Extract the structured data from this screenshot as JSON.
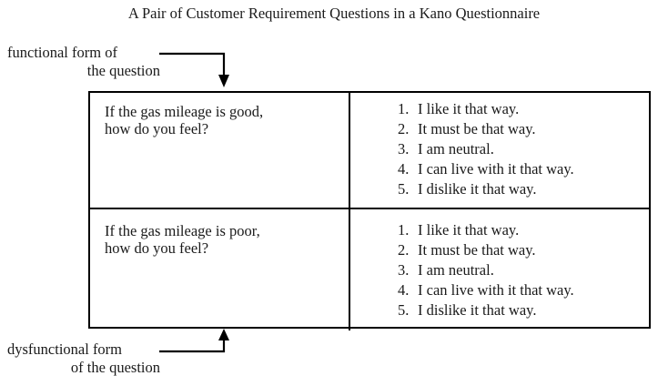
{
  "title": "A Pair of Customer Requirement Questions in a Kano Questionnaire",
  "labels": {
    "functional": {
      "line1": "functional form of",
      "line2": "the question"
    },
    "dysfunctional": {
      "line1": "dysfunctional form",
      "line2": "of the question"
    }
  },
  "table": {
    "rows": [
      {
        "question": {
          "line1": "If the gas mileage is good,",
          "line2": "how do you feel?"
        },
        "answers": [
          {
            "num": "1.",
            "text": "I like it that way."
          },
          {
            "num": "2.",
            "text": "It must be that way."
          },
          {
            "num": "3.",
            "text": "I am neutral."
          },
          {
            "num": "4.",
            "text": "I can live with it that way."
          },
          {
            "num": "5.",
            "text": "I dislike it that way."
          }
        ]
      },
      {
        "question": {
          "line1": "If the gas mileage is poor,",
          "line2": "how do you feel?"
        },
        "answers": [
          {
            "num": "1.",
            "text": "I like it that way."
          },
          {
            "num": "2.",
            "text": "It must be that way."
          },
          {
            "num": "3.",
            "text": "I am neutral."
          },
          {
            "num": "4.",
            "text": "I can live with it that way."
          },
          {
            "num": "5.",
            "text": "I dislike it that way."
          }
        ]
      }
    ]
  },
  "colors": {
    "ink": "#1a1a1a",
    "rule": "#000000",
    "background": "#ffffff"
  }
}
